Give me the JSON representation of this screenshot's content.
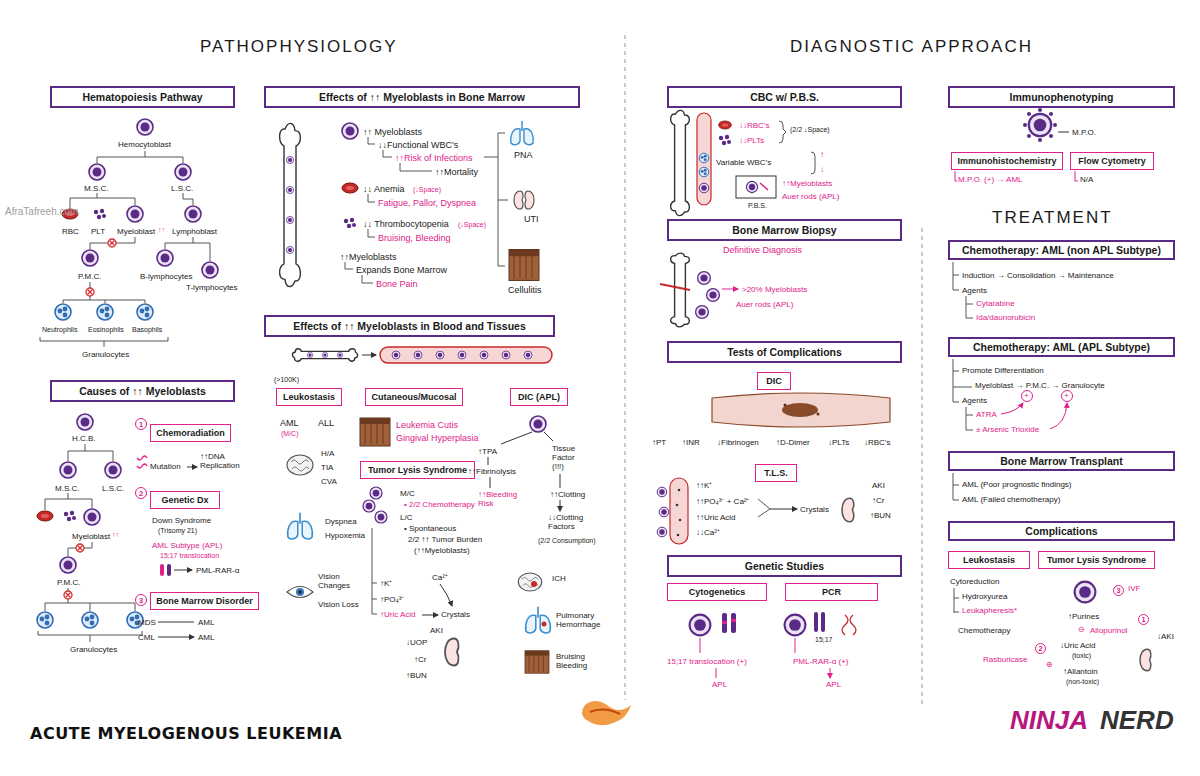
{
  "diagram": {
    "title": "ACUTE MYELOGENOUS LEUKEMIA",
    "nodes": [
      {
        "text": [
          "Hematopoiesis Pathway"
        ]
      },
      {
        "text": [
          "Causes of ↑↑ Myeloblasts"
        ]
      },
      {
        "text": [
          "1"
        ]
      },
      {
        "text": [
          "Chemoradiation"
        ]
      },
      {
        "text": [
          "2"
        ]
      },
      {
        "text": [
          "Genetic Dx"
        ]
      },
      {
        "text": [
          "3"
        ]
      },
      {
        "text": [
          "Bone Marrow Disorder"
        ]
      },
      {
        "text": [
          "Effects of ↑↑ Myeloblasts in Bone Marrow"
        ]
      },
      {
        "text": [
          "Effects of ↑↑ Myeloblasts in Blood and Tissues"
        ]
      },
      {
        "text": [
          "Leukostasis"
        ]
      },
      {
        "text": [
          "Cutaneous/Mucosal"
        ]
      },
      {
        "text": [
          "DIC (APL)"
        ]
      },
      {
        "text": [
          "Tumor Lysis Syndrome"
        ]
      },
      {
        "text": [
          "CBC w/ P.B.S."
        ]
      },
      {
        "text": [
          "Bone Marrow Biopsy"
        ]
      },
      {
        "text": [
          "Tests of Complications"
        ]
      },
      {
        "text": [
          "DIC"
        ]
      },
      {
        "text": [
          "T.L.S."
        ]
      },
      {
        "text": [
          "Genetic Studies"
        ]
      },
      {
        "text": [
          "Cytogenetics"
        ]
      },
      {
        "text": [
          "PCR"
        ]
      },
      {
        "text": [
          "Immunophenotyping"
        ]
      },
      {
        "text": [
          "Immunohistochemistry"
        ]
      },
      {
        "text": [
          "Flow Cytometry"
        ]
      },
      {
        "text": [
          "Chemotherapy: AML (non APL Subtype)"
        ]
      },
      {
        "text": [
          "Chemotherapy: AML (APL Subtype)"
        ]
      },
      {
        "text": [
          "Bone Marrow Transplant"
        ]
      },
      {
        "text": [
          "Complications"
        ]
      },
      {
        "text": [
          "Leukostasis"
        ]
      },
      {
        "text": [
          "Tumor Lysis Syndrome"
        ]
      },
      {
        "text": [
          "3"
        ]
      },
      {
        "text": [
          "1"
        ]
      },
      {
        "text": [
          "2"
        ]
      }
    ],
    "labels": [
      "PATHOPHYSIOLOGY",
      "DIAGNOSTIC APPROACH",
      "TREATMENT",
      "AfraTafreeh.com",
      "Hemocytoblast",
      "M.S.C.",
      "L.S.C.",
      "RBC",
      "PLT",
      "Myeloblast",
      "↑↑",
      "Lymphoblast",
      "P.M.C.",
      "B-lymphocytes",
      "T-lymphocytes",
      "Neutrophils",
      "Eosinophils",
      "Basophils",
      "Granulocytes",
      "H.C.B.",
      "M.S.C.",
      "L.S.C.",
      "Myeloblast",
      "↑↑",
      "P.M.C.",
      "Granulocytes",
      "Mutation",
      "↑↑DNA Replication",
      "Down Syndrome",
      "(Trisomy 21)",
      "AML Subtype (APL)",
      "15;17 translocation",
      "PML-RAR-α",
      "MDS",
      "AML",
      "CML",
      "AML",
      "↑↑ Myeloblasts",
      "↓↓Functional WBC's",
      "↑↑Risk of Infections",
      "↑↑Mortality",
      "↓↓ Anemia",
      "(↓Space)",
      "Fatigue, Pallor, Dyspnea",
      "↓↓ Thrombocytopenia",
      "(↓Space)",
      "Bruising, Bleeding",
      "↑↑Myeloblasts",
      "Expands Bone Marrow",
      "Bone Pain",
      "PNA",
      "UTI",
      "Cellulitis",
      "(>100K)",
      "AML",
      "ALL",
      "(M/C)",
      "H/A",
      "TIA",
      "CVA",
      "Dyspnea",
      "Hypoxemia",
      "Vision Changes",
      "Vision Loss",
      "Leukemia Cutis",
      "Gingival Hyperplasia",
      "M/C",
      "• 2/2 Chemotherapy",
      "L/C",
      "• Spontaneous",
      "2/2 ↑↑ Tumor Burden",
      "(↑↑Myeloblasts)",
      "Ca²⁺",
      "↑K⁺",
      "↑PO₄³⁻",
      "↑Uric Acid",
      "Crystals",
      "AKI",
      "↓UOP",
      "↑Cr",
      "↑BUN",
      "↑TPA",
      "Tissue Factor (!!!)",
      "↑↑Fibrinolysis",
      "↑↑Bleeding Risk",
      "↑↑Clotting",
      "↓↓Clotting Factors",
      "(2/2 Consumption)",
      "ICH",
      "Pulmonary Hemorrhage",
      "Bruising Bleeding",
      "↓↓RBC's",
      "(2/2 ↓Space)",
      "↓↓PLTs",
      "Variable WBC's",
      "↑",
      "↓",
      "↑↑Myeloblasts",
      "Auer rods (APL)",
      "P.B.S.",
      "Definitive Diagnosis",
      ">20% Myeloblasts",
      "Auer rods (APL)",
      "↑PT",
      "↑INR",
      "↓Fibrinogen",
      "↑D-Dimer",
      "↓PLTs",
      "↓RBC's",
      "↑↑K⁺",
      "↑↑PO₄³⁻ + Ca²⁺",
      "↑↑Uric Acid",
      "↓↓Ca²⁺",
      "Crystals",
      "AKI",
      "↑Cr",
      "↑BUN",
      "15;17",
      "15;17 translocation (+)",
      "APL",
      "PML-RAR-α (+)",
      "APL",
      "M.P.O.",
      "M.P.O. (+) → AML",
      "N/A",
      "Induction → Consolidation → Maintenance",
      "Agents",
      "Cytarabine",
      "Ida/daunorubicin",
      "Promote Differentiation",
      "Myeloblast → P.M.C. → Granulocyte",
      "Agents",
      "+",
      "+",
      "ATRA",
      "± Arsenic Trioxide",
      "AML (Poor prognostic findings)",
      "AML (Failed chemotherapy)",
      "Cytoreduction",
      "Hydroxyurea",
      "Leukapheresis*",
      "Chemotherapy",
      "IVF",
      "↑Purines",
      "⊖",
      "Allopurinol",
      "↓Uric Acid",
      "(toxic)",
      "Rasburicase",
      "⊕",
      "↑Allantoin",
      "(non-toxic)",
      "↓AKI",
      "NINJA",
      "NERD"
    ]
  }
}
